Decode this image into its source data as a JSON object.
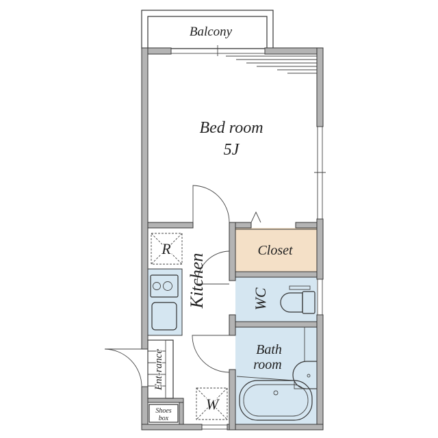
{
  "plan": {
    "rooms": {
      "balcony": "Balcony",
      "bedroom": "Bed room",
      "bedroom_size": "5J",
      "closet": "Closet",
      "kitchen": "Kitchen",
      "wc": "WC",
      "bath_line1": "Bath",
      "bath_line2": "room",
      "entrance": "Ent-rance",
      "shoes_line1": "Shoes",
      "shoes_line2": "box",
      "refrigerator": "R",
      "washer": "W"
    },
    "colors": {
      "wall": "#b4b4b4",
      "closet": "#f4e0c7",
      "wet_area": "#d5e6f1"
    }
  }
}
